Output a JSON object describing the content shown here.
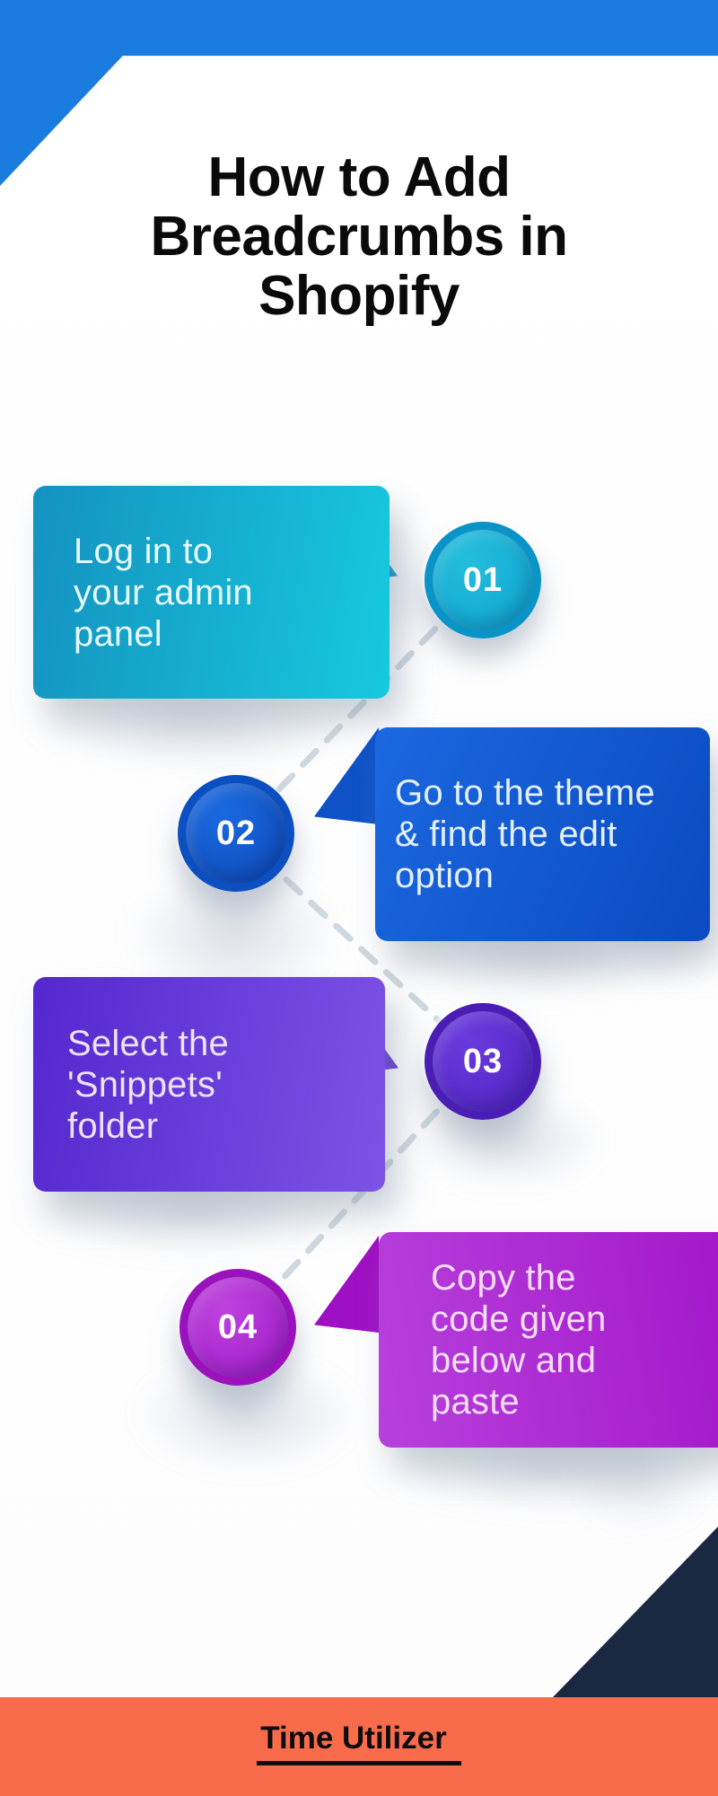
{
  "title": "How to Add\nBreadcrumbs in\nShopify",
  "title_color": "#0a0a0a",
  "header_band_color": "#1b7ce0",
  "connector_color": "#ccd7dd",
  "steps": [
    {
      "number": "01",
      "text": "Log in to\nyour admin\npanel",
      "colors": {
        "card_from": "#1492c0",
        "card_to": "#17c9de",
        "flag": "#0d93c4",
        "ring": "#0a93c6",
        "fill_from": "#23bedc",
        "fill_to": "#0ea2cf",
        "text": "#e5f8fb"
      }
    },
    {
      "number": "02",
      "text": "Go to the theme\n& find the edit\noption",
      "colors": {
        "card_from": "#1b68e0",
        "card_to": "#0b4ac0",
        "flag": "#0f52c8",
        "ring": "#0c4fc0",
        "fill_from": "#1a6ae0",
        "fill_to": "#0d47b6",
        "text": "#e3effd"
      }
    },
    {
      "number": "03",
      "text": "Select the\n'Snippets'\nfolder",
      "colors": {
        "card_from": "#5527cf",
        "card_to": "#7d53e5",
        "flag": "#6535d8",
        "ring": "#4a1eb4",
        "fill_from": "#6b3ade",
        "fill_to": "#4f23c0",
        "text": "#efe2fb"
      }
    },
    {
      "number": "04",
      "text": "Copy the\ncode given\nbelow and\npaste",
      "colors": {
        "card_from": "#b740dc",
        "card_to": "#a316c9",
        "flag": "#9f10c4",
        "ring": "#9912bc",
        "fill_from": "#bd43de",
        "fill_to": "#a118c6",
        "text": "#f7ddf7"
      }
    }
  ],
  "footer": {
    "brand": "Time Utilizer",
    "band_color": "#f96c4b",
    "corner_triangle_color": "#1b2841",
    "text_color": "#0e0c0c"
  }
}
